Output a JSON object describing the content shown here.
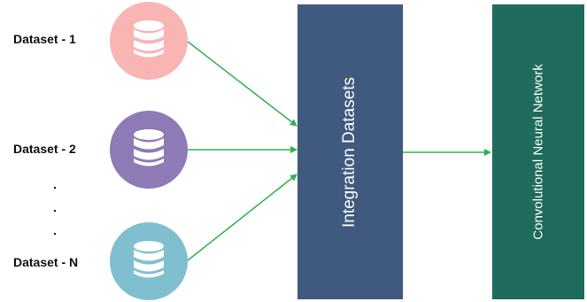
{
  "datasets": [
    {
      "label": "Dataset - 1",
      "color": "#f9b4b4",
      "icon": "database-icon"
    },
    {
      "label": "Dataset - 2",
      "color": "#8e7bb5",
      "icon": "database-icon"
    },
    {
      "label": "Dataset - N",
      "color": "#7fbfd0",
      "icon": "database-icon"
    }
  ],
  "ellipsis": [
    ".",
    ".",
    "."
  ],
  "integration": {
    "label": "Integration Datasets",
    "color": "#3f5a7e"
  },
  "cnn": {
    "label": "Convolutional Neural Network",
    "color": "#1f6b5e"
  },
  "arrow_color": "#2db34a"
}
